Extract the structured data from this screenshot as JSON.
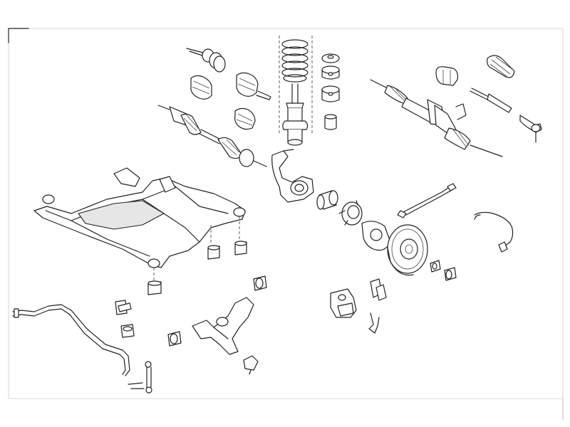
{
  "diagram": {
    "type": "exploded-parts-drawing",
    "background": "#ffffff",
    "line_color": "#222222",
    "parts": [
      "drive-shaft-joint-boot",
      "drive-shaft",
      "cv-joint",
      "coil-spring",
      "shock-absorber",
      "strut-mount",
      "steering-rack",
      "rack-boot",
      "tie-rod",
      "tie-rod-end",
      "subframe",
      "steering-knuckle",
      "wheel-bearing",
      "wheel-hub",
      "brake-shield",
      "brake-disc",
      "brake-caliper",
      "brake-pads",
      "abs-sensor-cable",
      "brake-hose",
      "stabilizer-bar",
      "stabilizer-link",
      "control-arm",
      "bushing"
    ]
  }
}
